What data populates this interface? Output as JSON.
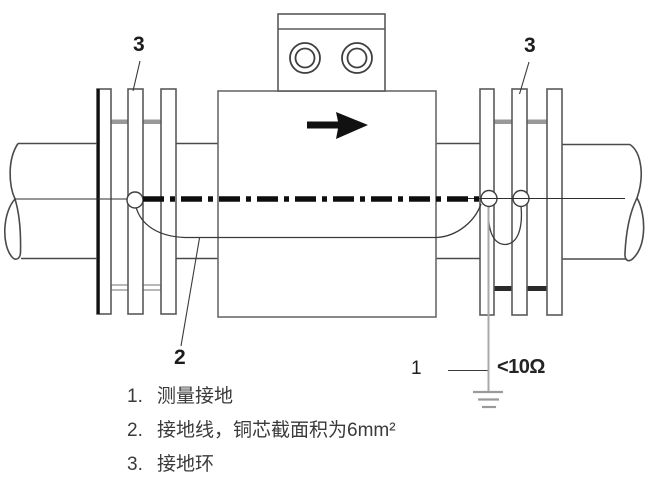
{
  "diagram": {
    "callouts": {
      "left_grounding_ring": "3",
      "right_grounding_ring": "3",
      "grounding_wire": "2",
      "measurement_ground": "1"
    },
    "ground_resistance": "<10Ω",
    "legend": [
      {
        "num": "1.",
        "text": "测量接地"
      },
      {
        "num": "2.",
        "text": "接地线，铜芯截面积为6mm²"
      },
      {
        "num": "3.",
        "text": "接地环"
      }
    ],
    "icons": {
      "flow_arrow": "right-arrow",
      "earth_ground": "ground-symbol"
    },
    "colors": {
      "line": "#555555",
      "dark_line": "#111111",
      "gray_bar": "#999999",
      "text": "#3a3a3a",
      "background": "#ffffff"
    }
  }
}
